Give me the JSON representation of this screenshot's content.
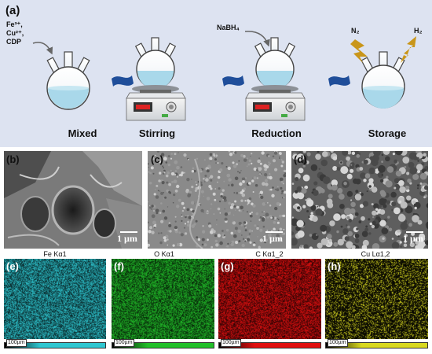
{
  "panel_a": {
    "label": "(a)",
    "reagents": [
      "Fe³⁺,",
      "Cu²⁺,",
      "CDP"
    ],
    "reducer": "NaBH₄",
    "gases": [
      "N₂",
      "H₂"
    ],
    "stages": [
      "Mixed",
      "Stirring",
      "Reduction",
      "Storage"
    ],
    "colors": {
      "background": "#dde3f1",
      "solution": "#a9d8ea",
      "arrow": "#1f4e9a",
      "gas": "#c9961a",
      "display": "#d22"
    }
  },
  "panels": {
    "b": {
      "label": "(b)",
      "scale": "1 µm"
    },
    "c": {
      "label": "(c)",
      "scale": "1 µm"
    },
    "d": {
      "label": "(d)",
      "scale": "1 µm"
    }
  },
  "maps": [
    {
      "label": "(e)",
      "title": "Fe Kα1",
      "scale": "100µm",
      "color": "#2ec6d0"
    },
    {
      "label": "(f)",
      "title": "O Kα1",
      "scale": "100µm",
      "color": "#22c02a"
    },
    {
      "label": "(g)",
      "title": "C Kα1_2",
      "scale": "100µm",
      "color": "#e01010"
    },
    {
      "label": "(h)",
      "title": "Cu Lα1,2",
      "scale": "100µm",
      "color": "#d8d820"
    }
  ]
}
